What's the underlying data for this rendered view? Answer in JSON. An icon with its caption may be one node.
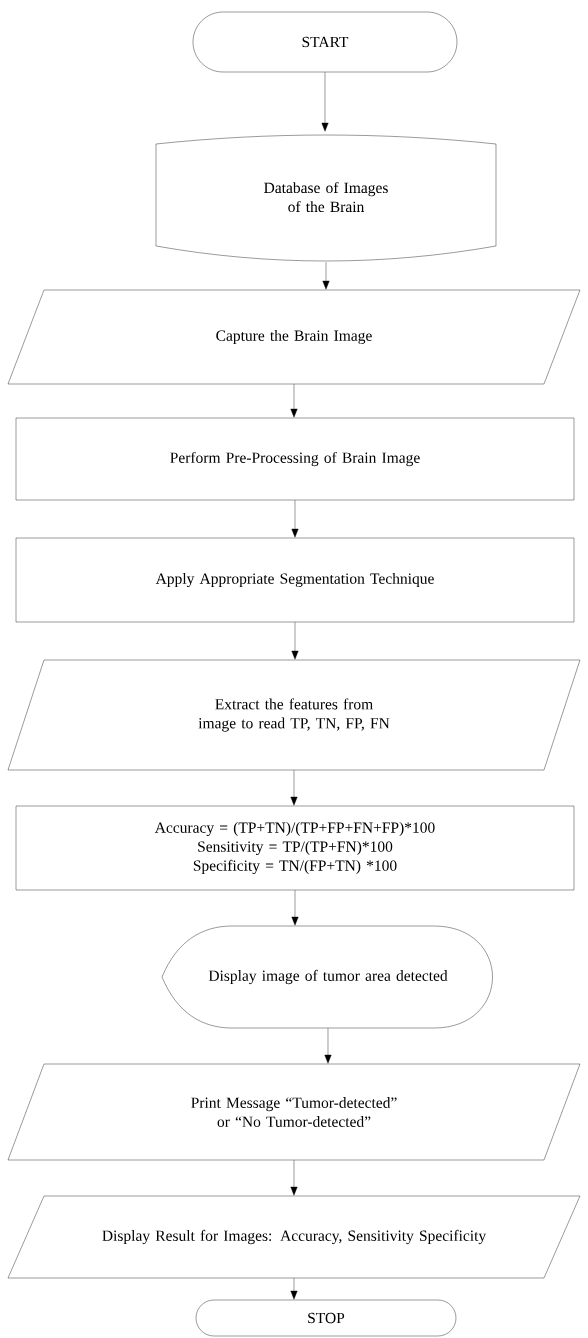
{
  "diagram": {
    "nodes": [
      {
        "text": [
          "START"
        ]
      },
      {
        "text": [
          "Database of Images of the Brain"
        ]
      },
      {
        "text": [
          "Capture the Brain Image"
        ]
      },
      {
        "text": [
          "Perform Pre-Processing of Brain Image"
        ]
      },
      {
        "text": [
          "Apply Appropriate Segmentation Technique"
        ]
      },
      {
        "text": [
          "Extract the features from image to read TP, TN, FP, FN"
        ]
      },
      {
        "text": [
          "Accuracy = (TP+TN)/(TP+FP+FN+FP)*100",
          "Sensitivity = TP/(TP+FN)*100",
          "Specificity = TN/(FP+TN) *100"
        ]
      },
      {
        "text": [
          "Display image of tumor area detected"
        ]
      },
      {
        "text": [
          "Print Message “Tumor-detected” or “No Tumor-detected”"
        ]
      },
      {
        "text": [
          "Display Result for Images: Accuracy, Sensitivity Specificity"
        ]
      },
      {
        "text": [
          "STOP"
        ]
      }
    ],
    "edges": [
      {
        "from": 0,
        "to": 1,
        "arrow": "to"
      },
      {
        "from": 1,
        "to": 2,
        "arrow": "to"
      },
      {
        "from": 2,
        "to": 3,
        "arrow": "to"
      },
      {
        "from": 3,
        "to": 4,
        "arrow": "to"
      },
      {
        "from": 4,
        "to": 5,
        "arrow": "to"
      },
      {
        "from": 5,
        "to": 6,
        "arrow": "to"
      },
      {
        "from": 6,
        "to": 7,
        "arrow": "to"
      },
      {
        "from": 7,
        "to": 8,
        "arrow": "to"
      },
      {
        "from": 8,
        "to": 9,
        "arrow": "to"
      },
      {
        "from": 9,
        "to": 10,
        "arrow": "to"
      }
    ]
  }
}
